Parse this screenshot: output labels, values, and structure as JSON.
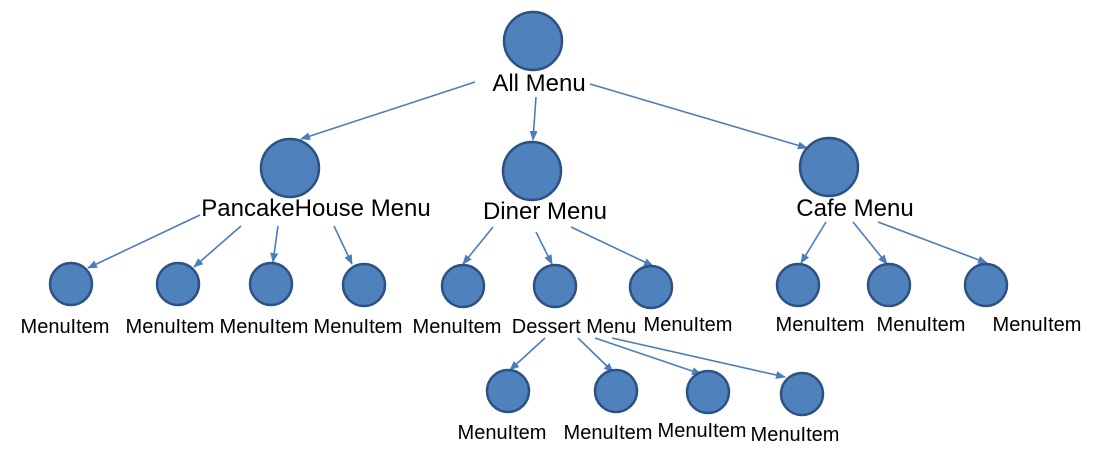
{
  "colors": {
    "node_fill": "#4f81bd",
    "node_stroke": "#2c5183",
    "edge": "#4a7ebb",
    "text": "#000000"
  },
  "nodes": [
    {
      "id": "all-menu",
      "label": "All Menu",
      "level": "root"
    },
    {
      "id": "pancakehouse-menu",
      "label": "PancakeHouse Menu",
      "level": "menu"
    },
    {
      "id": "diner-menu",
      "label": "Diner Menu",
      "level": "menu"
    },
    {
      "id": "cafe-menu",
      "label": "Cafe Menu",
      "level": "menu"
    },
    {
      "id": "ph-item-1",
      "label": "MenuItem",
      "level": "item"
    },
    {
      "id": "ph-item-2",
      "label": "MenuItem",
      "level": "item"
    },
    {
      "id": "ph-item-3",
      "label": "MenuItem",
      "level": "item"
    },
    {
      "id": "ph-item-4",
      "label": "MenuItem",
      "level": "item"
    },
    {
      "id": "diner-item-1",
      "label": "MenuItem",
      "level": "item"
    },
    {
      "id": "dessert-menu",
      "label": "Dessert Menu",
      "level": "item"
    },
    {
      "id": "diner-item-2",
      "label": "MenuItem",
      "level": "item"
    },
    {
      "id": "cafe-item-1",
      "label": "MenuItem",
      "level": "item"
    },
    {
      "id": "cafe-item-2",
      "label": "MenuItem",
      "level": "item"
    },
    {
      "id": "cafe-item-3",
      "label": "MenuItem",
      "level": "item"
    },
    {
      "id": "dessert-item-1",
      "label": "MenuItem",
      "level": "item"
    },
    {
      "id": "dessert-item-2",
      "label": "MenuItem",
      "level": "item"
    },
    {
      "id": "dessert-item-3",
      "label": "MenuItem",
      "level": "item"
    },
    {
      "id": "dessert-item-4",
      "label": "MenuItem",
      "level": "item"
    }
  ],
  "edges": [
    {
      "from": "all-menu",
      "to": "pancakehouse-menu"
    },
    {
      "from": "all-menu",
      "to": "diner-menu"
    },
    {
      "from": "all-menu",
      "to": "cafe-menu"
    },
    {
      "from": "pancakehouse-menu",
      "to": "ph-item-1"
    },
    {
      "from": "pancakehouse-menu",
      "to": "ph-item-2"
    },
    {
      "from": "pancakehouse-menu",
      "to": "ph-item-3"
    },
    {
      "from": "pancakehouse-menu",
      "to": "ph-item-4"
    },
    {
      "from": "diner-menu",
      "to": "diner-item-1"
    },
    {
      "from": "diner-menu",
      "to": "dessert-menu"
    },
    {
      "from": "diner-menu",
      "to": "diner-item-2"
    },
    {
      "from": "cafe-menu",
      "to": "cafe-item-1"
    },
    {
      "from": "cafe-menu",
      "to": "cafe-item-2"
    },
    {
      "from": "cafe-menu",
      "to": "cafe-item-3"
    },
    {
      "from": "dessert-menu",
      "to": "dessert-item-1"
    },
    {
      "from": "dessert-menu",
      "to": "dessert-item-2"
    },
    {
      "from": "dessert-menu",
      "to": "dessert-item-3"
    },
    {
      "from": "dessert-menu",
      "to": "dessert-item-4"
    }
  ]
}
